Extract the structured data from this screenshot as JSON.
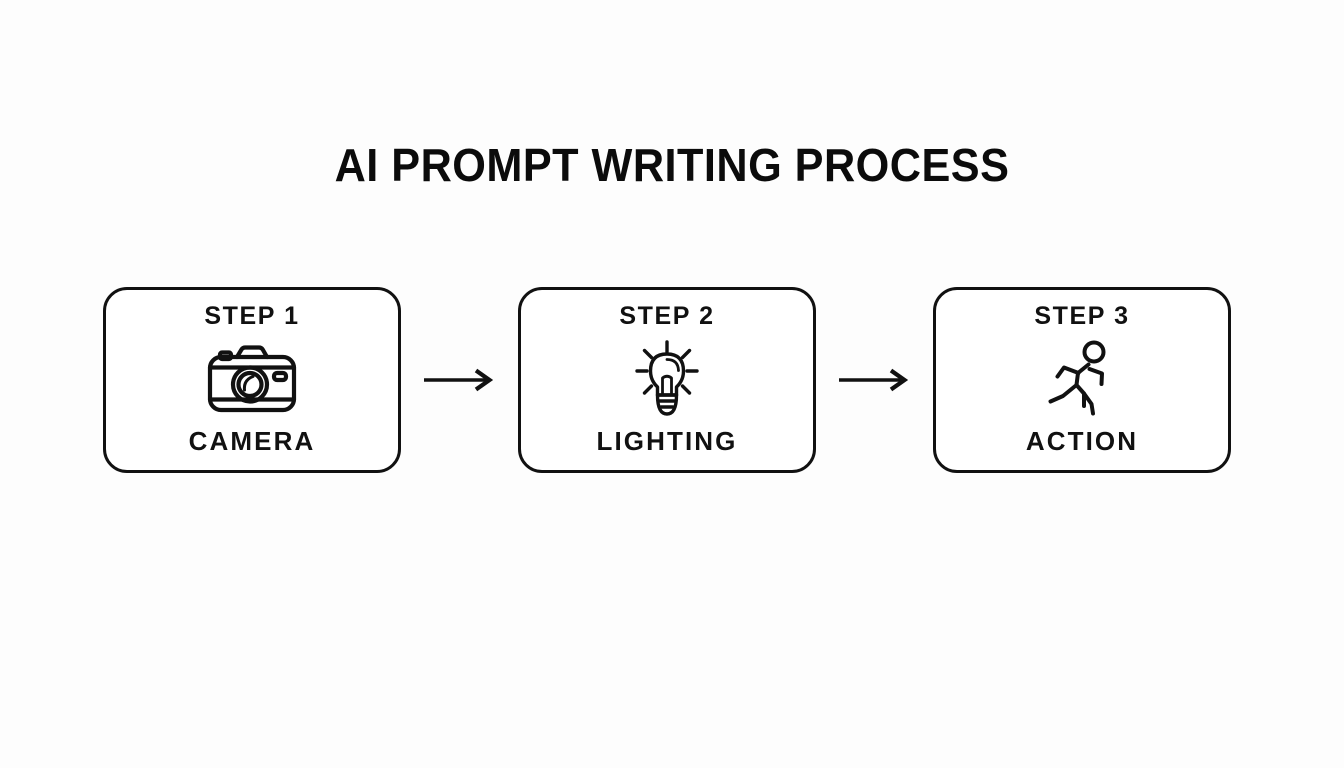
{
  "slide": {
    "background_color": "#fdfdfd",
    "ink_color": "#111111",
    "title": "AI PROMPT WRITING PROCESS"
  },
  "flow": {
    "connector_icon": "arrow-right-icon",
    "steps": [
      {
        "step_label": "STEP 1",
        "icon": "camera-icon",
        "name_label": "CAMERA"
      },
      {
        "step_label": "STEP 2",
        "icon": "lightbulb-icon",
        "name_label": "LIGHTING"
      },
      {
        "step_label": "STEP 3",
        "icon": "running-person-icon",
        "name_label": "ACTION"
      }
    ]
  }
}
